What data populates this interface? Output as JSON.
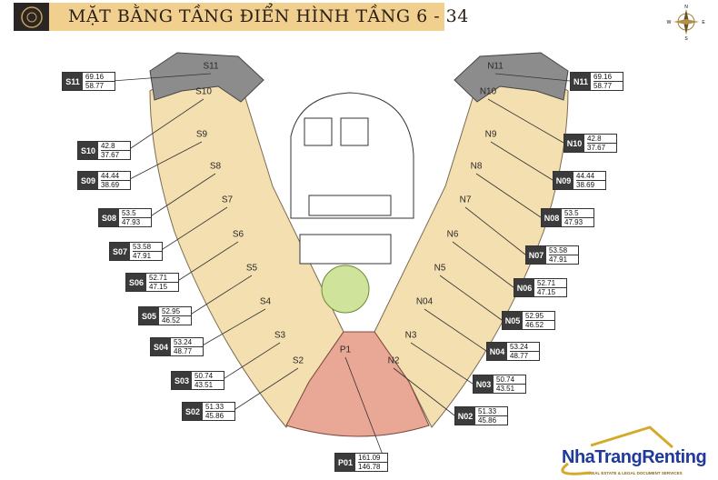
{
  "header": {
    "title": "MẶT BẰNG TẦNG ĐIỂN HÌNH TẦNG 6 - 34"
  },
  "compass": {
    "n": "N",
    "s": "S",
    "e": "E",
    "w": "W"
  },
  "brand": {
    "name": "NhaTrangRenting",
    "tagline": "REAL ESTATE & LEGAL DOCUMENT SERVICES"
  },
  "units_s": [
    {
      "code": "S11",
      "label": "S11",
      "a1": "69.16",
      "a2": "58.77"
    },
    {
      "code": "S10",
      "label": "S10",
      "a1": "42.8",
      "a2": "37.67"
    },
    {
      "code": "S09",
      "label": "S9",
      "a1": "44.44",
      "a2": "38.69"
    },
    {
      "code": "S08",
      "label": "S8",
      "a1": "53.5",
      "a2": "47.93"
    },
    {
      "code": "S07",
      "label": "S7",
      "a1": "53.58",
      "a2": "47.91"
    },
    {
      "code": "S06",
      "label": "S6",
      "a1": "52.71",
      "a2": "47.15"
    },
    {
      "code": "S05",
      "label": "S5",
      "a1": "52.95",
      "a2": "46.52"
    },
    {
      "code": "S04",
      "label": "S4",
      "a1": "53.24",
      "a2": "48.77"
    },
    {
      "code": "S03",
      "label": "S3",
      "a1": "50.74",
      "a2": "43.51"
    },
    {
      "code": "S02",
      "label": "S2",
      "a1": "51.33",
      "a2": "45.86"
    }
  ],
  "units_n": [
    {
      "code": "N11",
      "label": "N11",
      "a1": "69.16",
      "a2": "58.77"
    },
    {
      "code": "N10",
      "label": "N10",
      "a1": "42.8",
      "a2": "37.67"
    },
    {
      "code": "N09",
      "label": "N9",
      "a1": "44.44",
      "a2": "38.69"
    },
    {
      "code": "N08",
      "label": "N8",
      "a1": "53.5",
      "a2": "47.93"
    },
    {
      "code": "N07",
      "label": "N7",
      "a1": "53.58",
      "a2": "47.91"
    },
    {
      "code": "N06",
      "label": "N6",
      "a1": "52.71",
      "a2": "47.15"
    },
    {
      "code": "N05",
      "label": "N5",
      "a1": "52.95",
      "a2": "46.52"
    },
    {
      "code": "N04",
      "label": "N04",
      "a1": "53.24",
      "a2": "48.77"
    },
    {
      "code": "N03",
      "label": "N3",
      "a1": "50.74",
      "a2": "43.51"
    },
    {
      "code": "N02",
      "label": "N2",
      "a1": "51.33",
      "a2": "45.86"
    }
  ],
  "penthouse": {
    "code": "P01",
    "label": "P1",
    "a1": "161.09",
    "a2": "146.78"
  },
  "colors": {
    "arm": "#f3dfb0",
    "pink": "#e9a796",
    "roof": "#8c8c8c",
    "header": "#f0cf8f"
  }
}
